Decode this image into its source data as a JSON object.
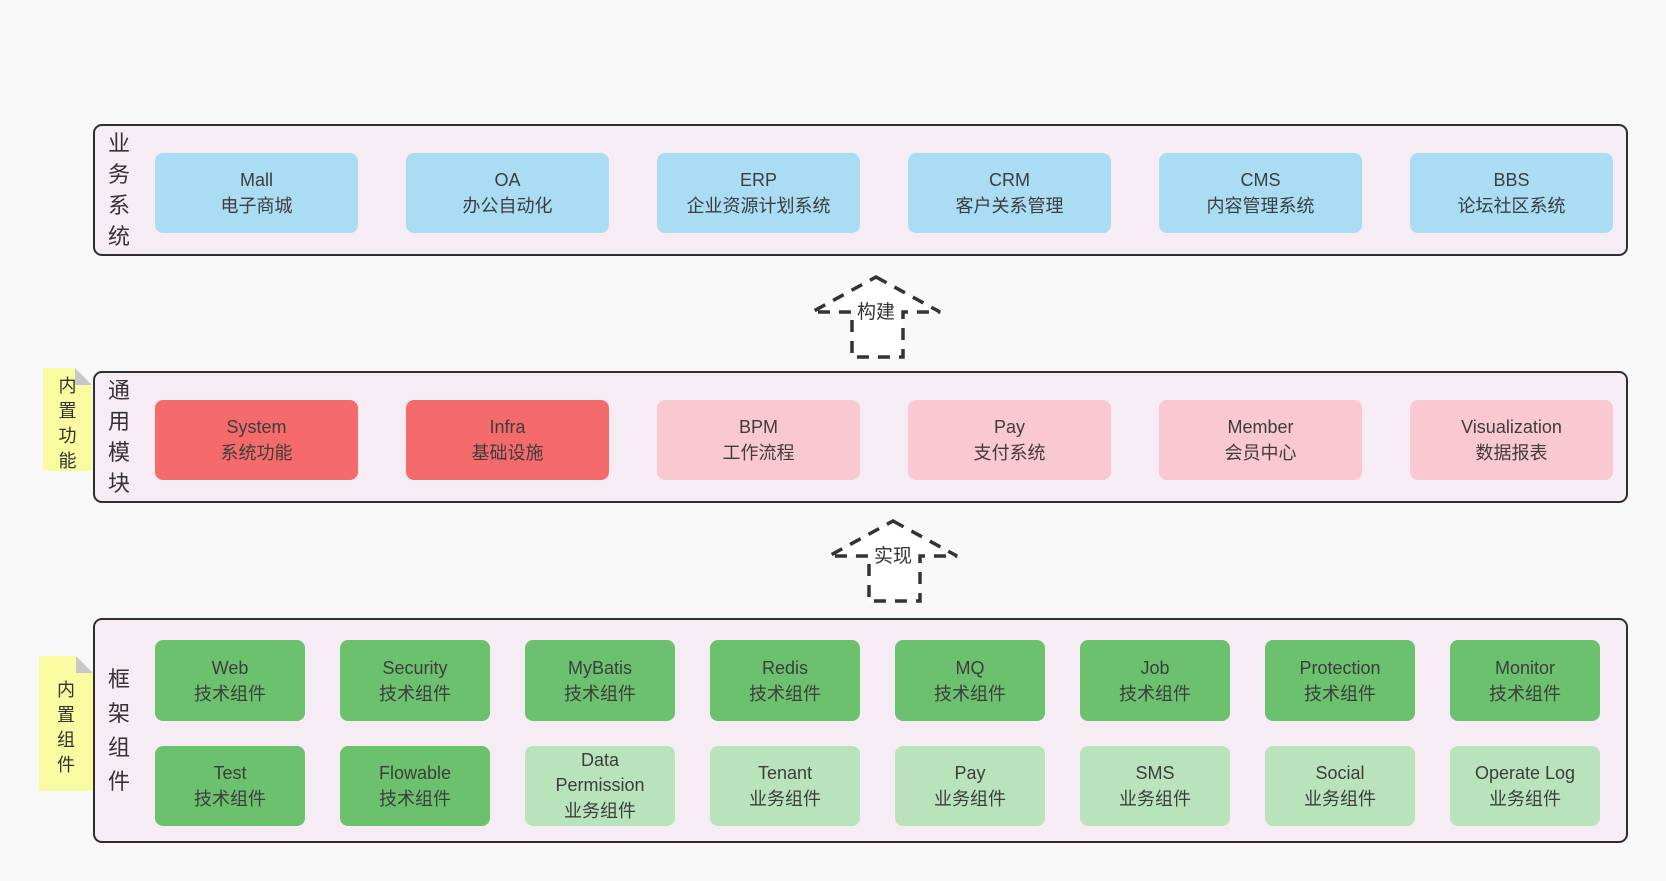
{
  "layers": [
    {
      "label": "业务系统",
      "boxes": [
        {
          "name": "Mall",
          "desc": "电子商城"
        },
        {
          "name": "OA",
          "desc": "办公自动化"
        },
        {
          "name": "ERP",
          "desc": "企业资源计划系统"
        },
        {
          "name": "CRM",
          "desc": "客户关系管理"
        },
        {
          "name": "CMS",
          "desc": "内容管理系统"
        },
        {
          "name": "BBS",
          "desc": "论坛社区系统"
        }
      ]
    },
    {
      "label": "通用模块",
      "note": "内置功能",
      "boxes": [
        {
          "name": "System",
          "desc": "系统功能"
        },
        {
          "name": "Infra",
          "desc": "基础设施"
        },
        {
          "name": "BPM",
          "desc": "工作流程"
        },
        {
          "name": "Pay",
          "desc": "支付系统"
        },
        {
          "name": "Member",
          "desc": "会员中心"
        },
        {
          "name": "Visualization",
          "desc": "数据报表"
        }
      ]
    },
    {
      "label": "框架组件",
      "note": "内置组件",
      "row1": [
        {
          "name": "Web",
          "desc": "技术组件"
        },
        {
          "name": "Security",
          "desc": "技术组件"
        },
        {
          "name": "MyBatis",
          "desc": "技术组件"
        },
        {
          "name": "Redis",
          "desc": "技术组件"
        },
        {
          "name": "MQ",
          "desc": "技术组件"
        },
        {
          "name": "Job",
          "desc": "技术组件"
        },
        {
          "name": "Protection",
          "desc": "技术组件"
        },
        {
          "name": "Monitor",
          "desc": "技术组件"
        }
      ],
      "row2": [
        {
          "name": "Test",
          "desc": "技术组件"
        },
        {
          "name": "Flowable",
          "desc": "技术组件"
        },
        {
          "name": "Data Permission",
          "desc": "业务组件"
        },
        {
          "name": "Tenant",
          "desc": "业务组件"
        },
        {
          "name": "Pay",
          "desc": "业务组件"
        },
        {
          "name": "SMS",
          "desc": "业务组件"
        },
        {
          "name": "Social",
          "desc": "业务组件"
        },
        {
          "name": "Operate Log",
          "desc": "业务组件"
        }
      ]
    }
  ],
  "arrows": [
    {
      "label": "构建"
    },
    {
      "label": "实现"
    }
  ],
  "colors": {
    "page_bg": "#f8f8f8",
    "layer_bg": "#f6edf4",
    "layer_border": "#2f2f2f",
    "blue_box": "#aadcf4",
    "red_box": "#f56b6c",
    "pink_box": "#fac8d1",
    "green_box": "#6cc16f",
    "light_green_box": "#b9e3bb",
    "note_bg": "#fafaa0",
    "note_fold": "#c8c8c8",
    "text": "#3d3d3d"
  }
}
